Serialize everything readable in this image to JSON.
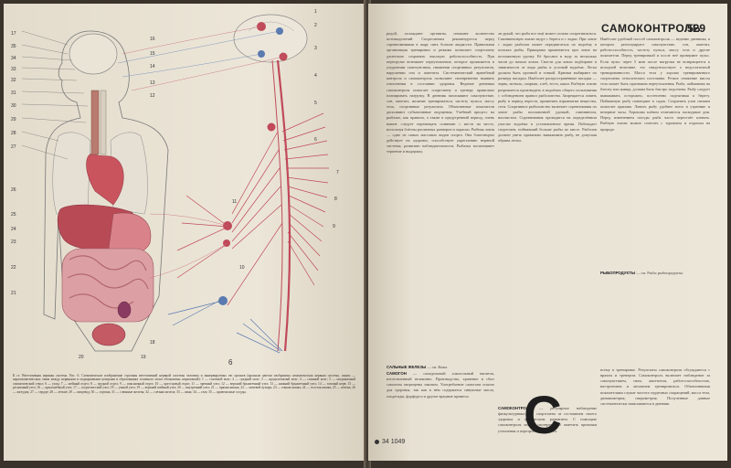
{
  "left_page": {
    "figure_labels": {
      "left": [
        "17",
        "35",
        "34",
        "33",
        "32",
        "31",
        "30",
        "29",
        "28",
        "27",
        "26",
        "25",
        "24",
        "23",
        "22",
        "21",
        "20",
        "19",
        "18"
      ],
      "center": [
        "16",
        "15",
        "14",
        "13",
        "12",
        "11",
        "10",
        "9",
        "8",
        "7",
        "6",
        "5",
        "4",
        "3",
        "2",
        "1"
      ],
      "figure_number": "6"
    },
    "caption": "К ст. Вегетативная нервная система. Рис. 6. Схематическое изображение строения вегетативной нервной системы человека и иннервируемых ею органов (красным цветом изображена симпатическая нервная система, синим — парасимпатическая; связи между нервными и подкорковыми центрами в образованиях головного мозга обозначены штриховкой): 1 — головной мозг; 2 — средний мозг; 3 — продолговатый мозг; 4 — спинной мозг; 5 — пограничный симпатический ствол; 6 — узлы; 7 — шейный отдел; 8 — грудной отдел; 9 — поясничный отдел; 10 — крестцовый отдел; 11 — чревный узел; 12 — верхний брыжеечный узел; 13 — нижний брыжеечный узел; 14 — тазовый нерв; 15 — ресничный узел; 16 — крылонёбный узел; 17 — подчелюстной узел; 18 — ушной узел; 19 — верхний шейный узел; 20 — внутренний узел; 21 — прямая кишка; 22 — мочевой пузырь; 23 — тонкая кишка; 24 — толстая кишка; 25 — печень; 26 — желудок; 27 — сердце; 28 — лёгкие; 29 — пищевод; 30 — гортань; 31 — слюнные железы; 32 — слёзная железа; 33 — язык; 34 — глаз; 35 — кровеносные сосуды."
  },
  "right_page": {
    "header_title": "САМОКОНТРОЛЬ",
    "page_number": "529",
    "col1_text": "родой, охлаждают организм, снижают количество потовыделений. Спортсменам рекомендуется перед соревнованиями в жару пить больше жидкости. Правильная организация тренировки и режима позволяет спортсмену длительно сохранять высокую работоспособность. При перегрузке возникает переутомление, которое проявляется в ухудшении самочувствия, снижении спортивных результатов, нарушении сна и аппетита. Систематический врачебный контроль и самоконтроль позволяют своевременно выявить отклонения в состоянии здоровья. Ведение дневника самоконтроля помогает спортсмену и тренеру правильно планировать нагрузку. В дневник записывают самочувствие, сон, аппетит, желание тренироваться, частоту пульса, массу тела, спортивные результаты. Объективные показатели дополняют субъективные ощущения. Учебный процесс на рыбалке, как правило, а также в предутренний период, очень важен: следует перемещать спиннинг с места на место, используя блёсны различных размеров и окраски. Рыбная ловля — одно из самых массовых видов спорта. Она благотворно действует на здоровье, способствует укреплению нервной системы, развитию наблюдательности. Рыбалка воспитывает терпение и выдержку.",
    "col2_text": "ли рукой, что рыба все ещё может сильно сопротивляться. Спиннинговую ловлю ведут с берега и с лодки. При ловле с лодки рыболов может передвигаться по водоёму в поисках рыбы. Прикормка применяется при ловле на поплавочную удочку. Её бросают в воду за несколько часов до начала ловли. Снасти для ловли подбирают в зависимости от вида рыбы и условий водоёма. Леска должна быть прочной и тонкой. Крючки выбирают по размеру насадки. Наиболее распространённые насадки — червь, мотыль, опарыш, хлеб, тесто, каши. Рыбную ловлю разрешается производить в водоёмах общего пользования с соблюдением правил рыболовства. Запрещается ловить рыбу в период нереста, применять взрывчатые вещества, сети. Спортивное рыболовство включает соревнования по ловле рыбы поплавочной удочкой, спиннингом, нахлыстом. Соревнования проводятся на определённом участке водоёма в установленное время. Побеждает спортсмен, поймавший больше рыбы по массе. Рыболов должен уметь правильно вываживать рыбу, не допуская обрыва лески.",
    "col3_text": "Наиболее удобный способ самоконтроля — ведение дневника, в котором регистрируют самочувствие, сон, аппетит, работоспособность, частоту пульса, массу тела и другие показатели. Перед тренировкой и после неё проверяют пульс. Если пульс через 5 мин после нагрузки не возвращается к исходной величине, это свидетельствует о недостаточной тренированности. Масса тела у хорошо тренированного спортсмена относительно постоянна. Резкое снижение массы тела может быть признаком переутомления. Рыба, пойманная на блесну или живца, должна быть быстро подсечена. Рыбу следует вываживать осторожно, постепенно подтягивая к берегу. Пойманную рыбу помещают в садок. Сохранить улов свежим помогает крапива. Ловить рыбу удобнее всего в утренние и вечерние часы. Хорошим клёвом отличаются пасмурные дни. Перед изменением погоды рыба часто перестаёт клевать. Рыбную ловлю можно сочетать с туризмом и отдыхом на природе.",
    "rybo_term": "РЫБОПРОДУКТЫ",
    "rybo_rest": "— см. Рыба; рыбопродукты.",
    "big_letter": "С",
    "entry1_term": "САЛЬНЫЕ ЖЕЛЕЗЫ",
    "entry1_rest": "— см. Кожа.",
    "entry2_term": "САМОГОН",
    "entry2_rest": "— самодельный алкогольный напиток, изготовленный незаконно. Производство, хранение и сбыт самогона запрещены законом. Употребление самогона опасно для здоровья, так как в нём содержатся сивушные масла, альдегиды, фурфурол и другие вредные примеси.",
    "entry3_term": "САМОКОНТРОЛЬ",
    "entry3_rest": "— регулярное наблюдение физкультурника или спортсмена за состоянием своего здоровья и физическим развитием. С помощью самоконтроля можно своевременно заметить признаки утомления и перетренированности.",
    "col5_text": "всему в тренировке. Результаты самоконтроля обсуждаются с врачом и тренером. Самоконтроль включает наблюдение за самочувствием, сном, аппетитом, работоспособностью, настроением и желанием тренироваться. Объективными показателями служат частота сердечных сокращений, масса тела, динамометрия, спирометрия. Полученные данные систематически записываются в дневник.",
    "footer_number": "34",
    "footer_code": "1049"
  }
}
